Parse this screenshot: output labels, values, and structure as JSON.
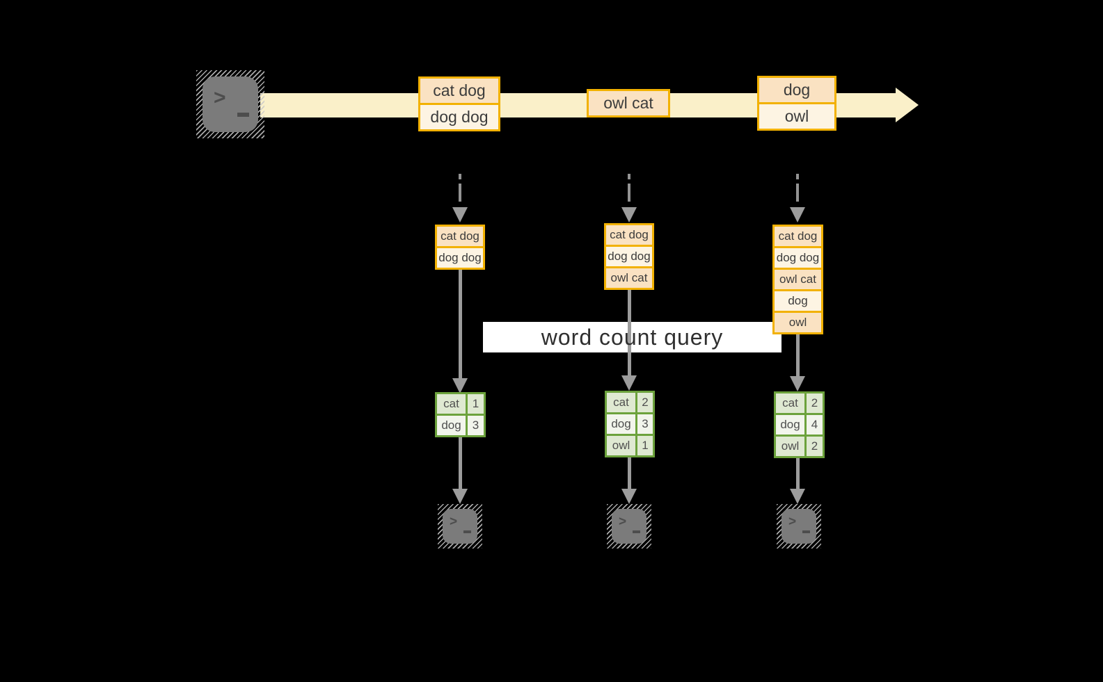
{
  "query_label": "word count query",
  "terminal": {
    "prompt": ">"
  },
  "stream": {
    "messages": [
      {
        "lines": [
          "cat dog",
          "dog dog"
        ]
      },
      {
        "lines": [
          "owl cat"
        ]
      },
      {
        "lines": [
          "dog",
          "owl"
        ]
      }
    ]
  },
  "tasks": [
    {
      "log": [
        "cat dog",
        "dog dog"
      ],
      "counts": [
        {
          "word": "cat",
          "count": "1"
        },
        {
          "word": "dog",
          "count": "3"
        }
      ]
    },
    {
      "log": [
        "cat dog",
        "dog dog",
        "owl cat"
      ],
      "counts": [
        {
          "word": "cat",
          "count": "2"
        },
        {
          "word": "dog",
          "count": "3"
        },
        {
          "word": "owl",
          "count": "1"
        }
      ]
    },
    {
      "log": [
        "cat dog",
        "dog dog",
        "owl cat",
        "dog",
        "owl"
      ],
      "counts": [
        {
          "word": "cat",
          "count": "2"
        },
        {
          "word": "dog",
          "count": "4"
        },
        {
          "word": "owl",
          "count": "2"
        }
      ]
    }
  ],
  "colors": {
    "background": "#000000",
    "gold_border": "#F2B100",
    "record_fill_dark": "#FAE2C2",
    "record_fill_light": "#FDF4E3",
    "stream_band": "#FAF0C9",
    "green_border": "#6CA23C",
    "count_fill_dark": "#DFE9D2",
    "count_fill_light": "#F2F5EC",
    "arrow_gray": "#9C9C9C",
    "terminal_gray": "#7B7B7B",
    "text_dark": "#3C3C3C",
    "label_bg": "#FFFFFF"
  }
}
